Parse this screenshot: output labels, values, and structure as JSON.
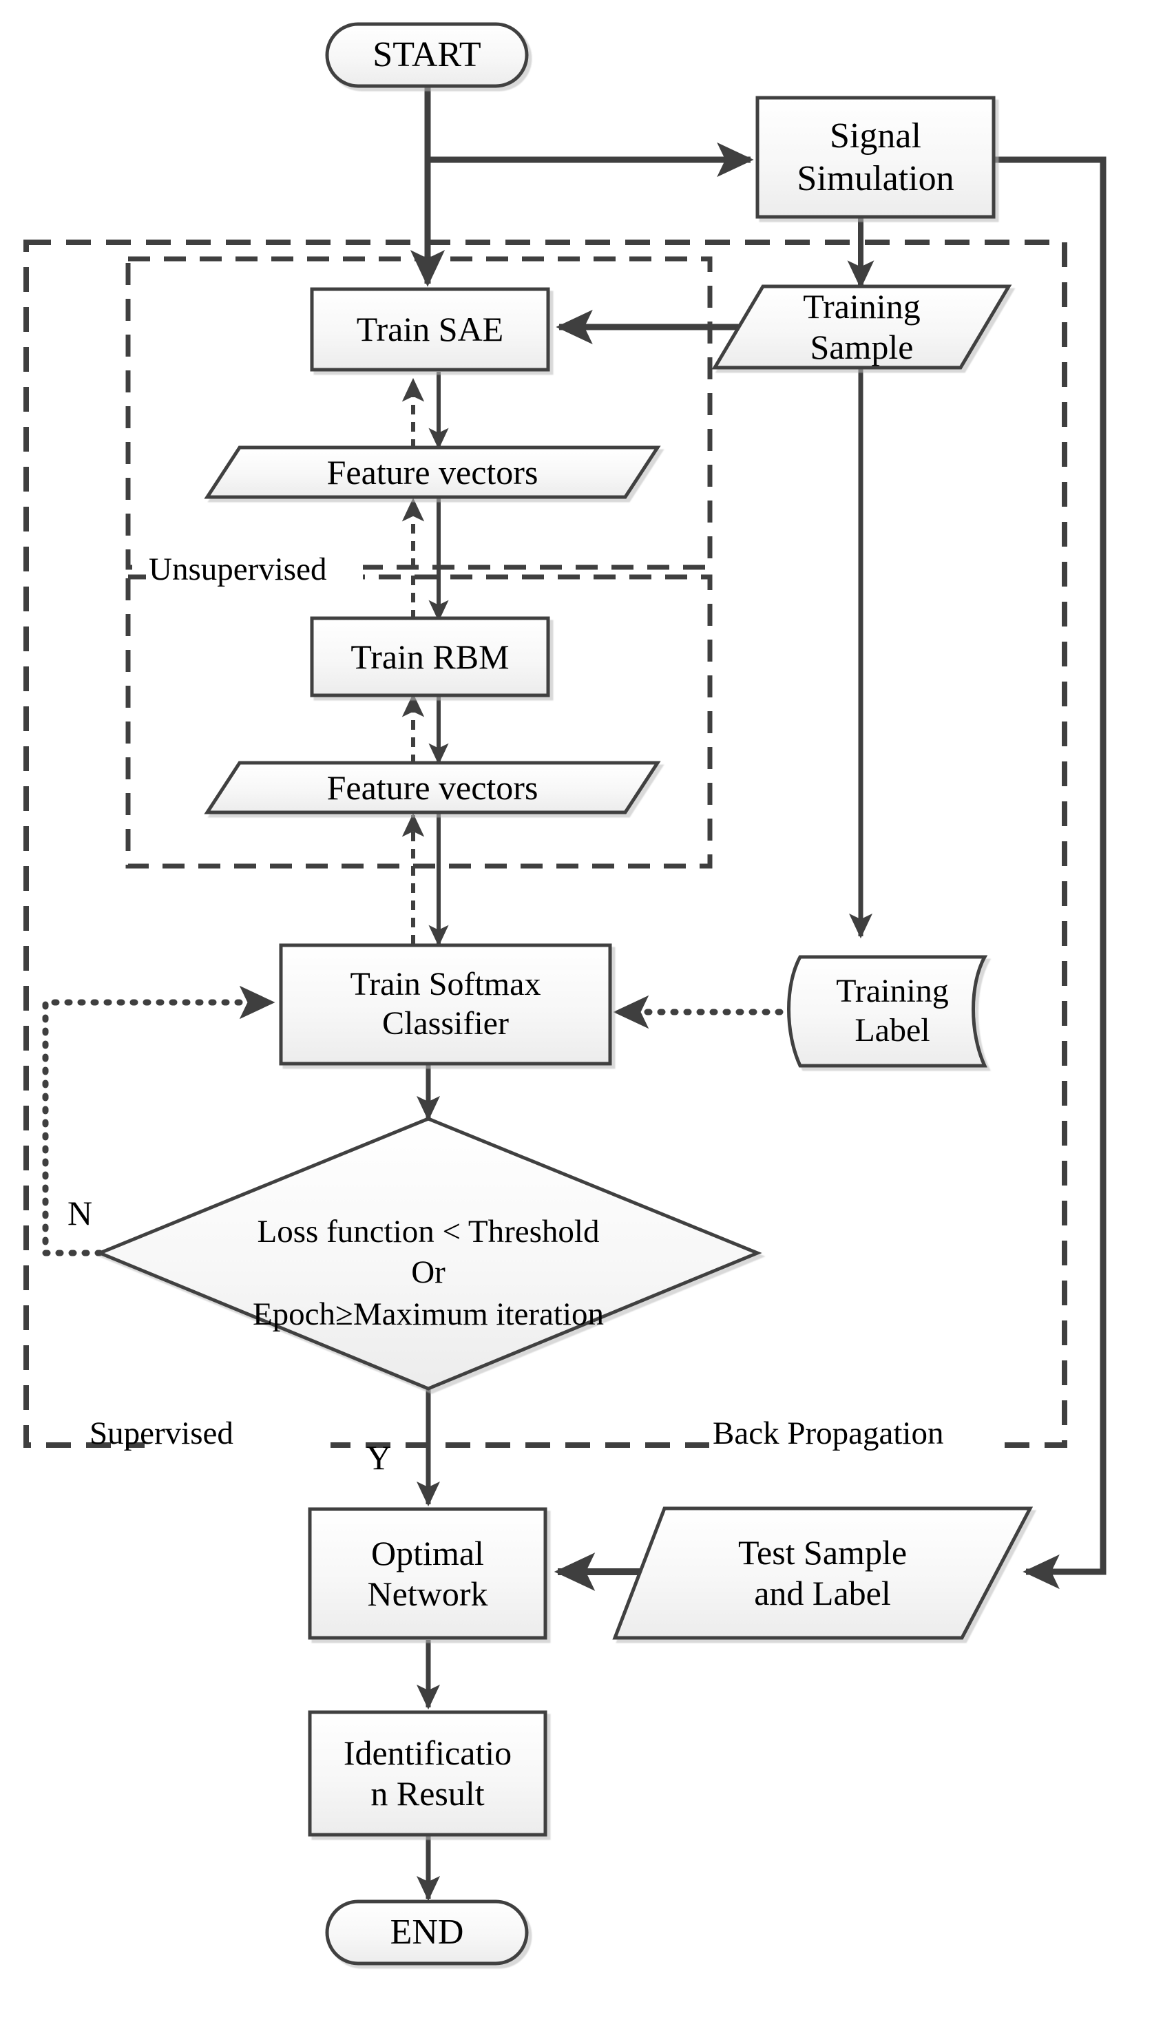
{
  "diagram": {
    "title": "Deep learning signal identification flowchart",
    "colors": {
      "stroke": "#3f3f3f",
      "node_stroke": "#3f3f3f",
      "fill_top": "#ffffff",
      "fill_bottom": "#ededed",
      "text": "#000000",
      "background": "#ffffff"
    },
    "nodes": {
      "start": {
        "label": "START",
        "shape": "stadium"
      },
      "signal_simulation": {
        "label": "Signal\nSimulation",
        "shape": "rectangle"
      },
      "train_sae": {
        "label": "Train SAE",
        "shape": "rectangle"
      },
      "training_sample": {
        "label": "Training\nSample",
        "shape": "parallelogram"
      },
      "feature_vectors_1": {
        "label": "Feature vectors",
        "shape": "parallelogram"
      },
      "train_rbm": {
        "label": "Train RBM",
        "shape": "rectangle"
      },
      "feature_vectors_2": {
        "label": "Feature vectors",
        "shape": "parallelogram"
      },
      "train_softmax": {
        "label": "Train Softmax\nClassifier",
        "shape": "rectangle"
      },
      "training_label": {
        "label": "Training\nLabel",
        "shape": "document"
      },
      "decision": {
        "shape": "diamond",
        "line1": "Loss function < Threshold",
        "line2": "Or",
        "line3": "Epoch≥Maximum iteration"
      },
      "optimal_network": {
        "label": "Optimal\nNetwork",
        "shape": "rectangle"
      },
      "test_sample": {
        "label": "Test Sample\nand Label",
        "shape": "parallelogram"
      },
      "identification_result": {
        "label": "Identificatio\nn Result",
        "shape": "rectangle"
      },
      "end": {
        "label": "END",
        "shape": "stadium"
      }
    },
    "groups": {
      "back_propagation": {
        "label": "Back Propagation",
        "style": "dashed"
      },
      "supervised": {
        "label": "Supervised",
        "style": "dashed"
      },
      "unsupervised": {
        "label": "Unsupervised",
        "style": "dashed"
      }
    },
    "edge_labels": {
      "no_branch": "N",
      "yes_branch": "Y"
    }
  }
}
